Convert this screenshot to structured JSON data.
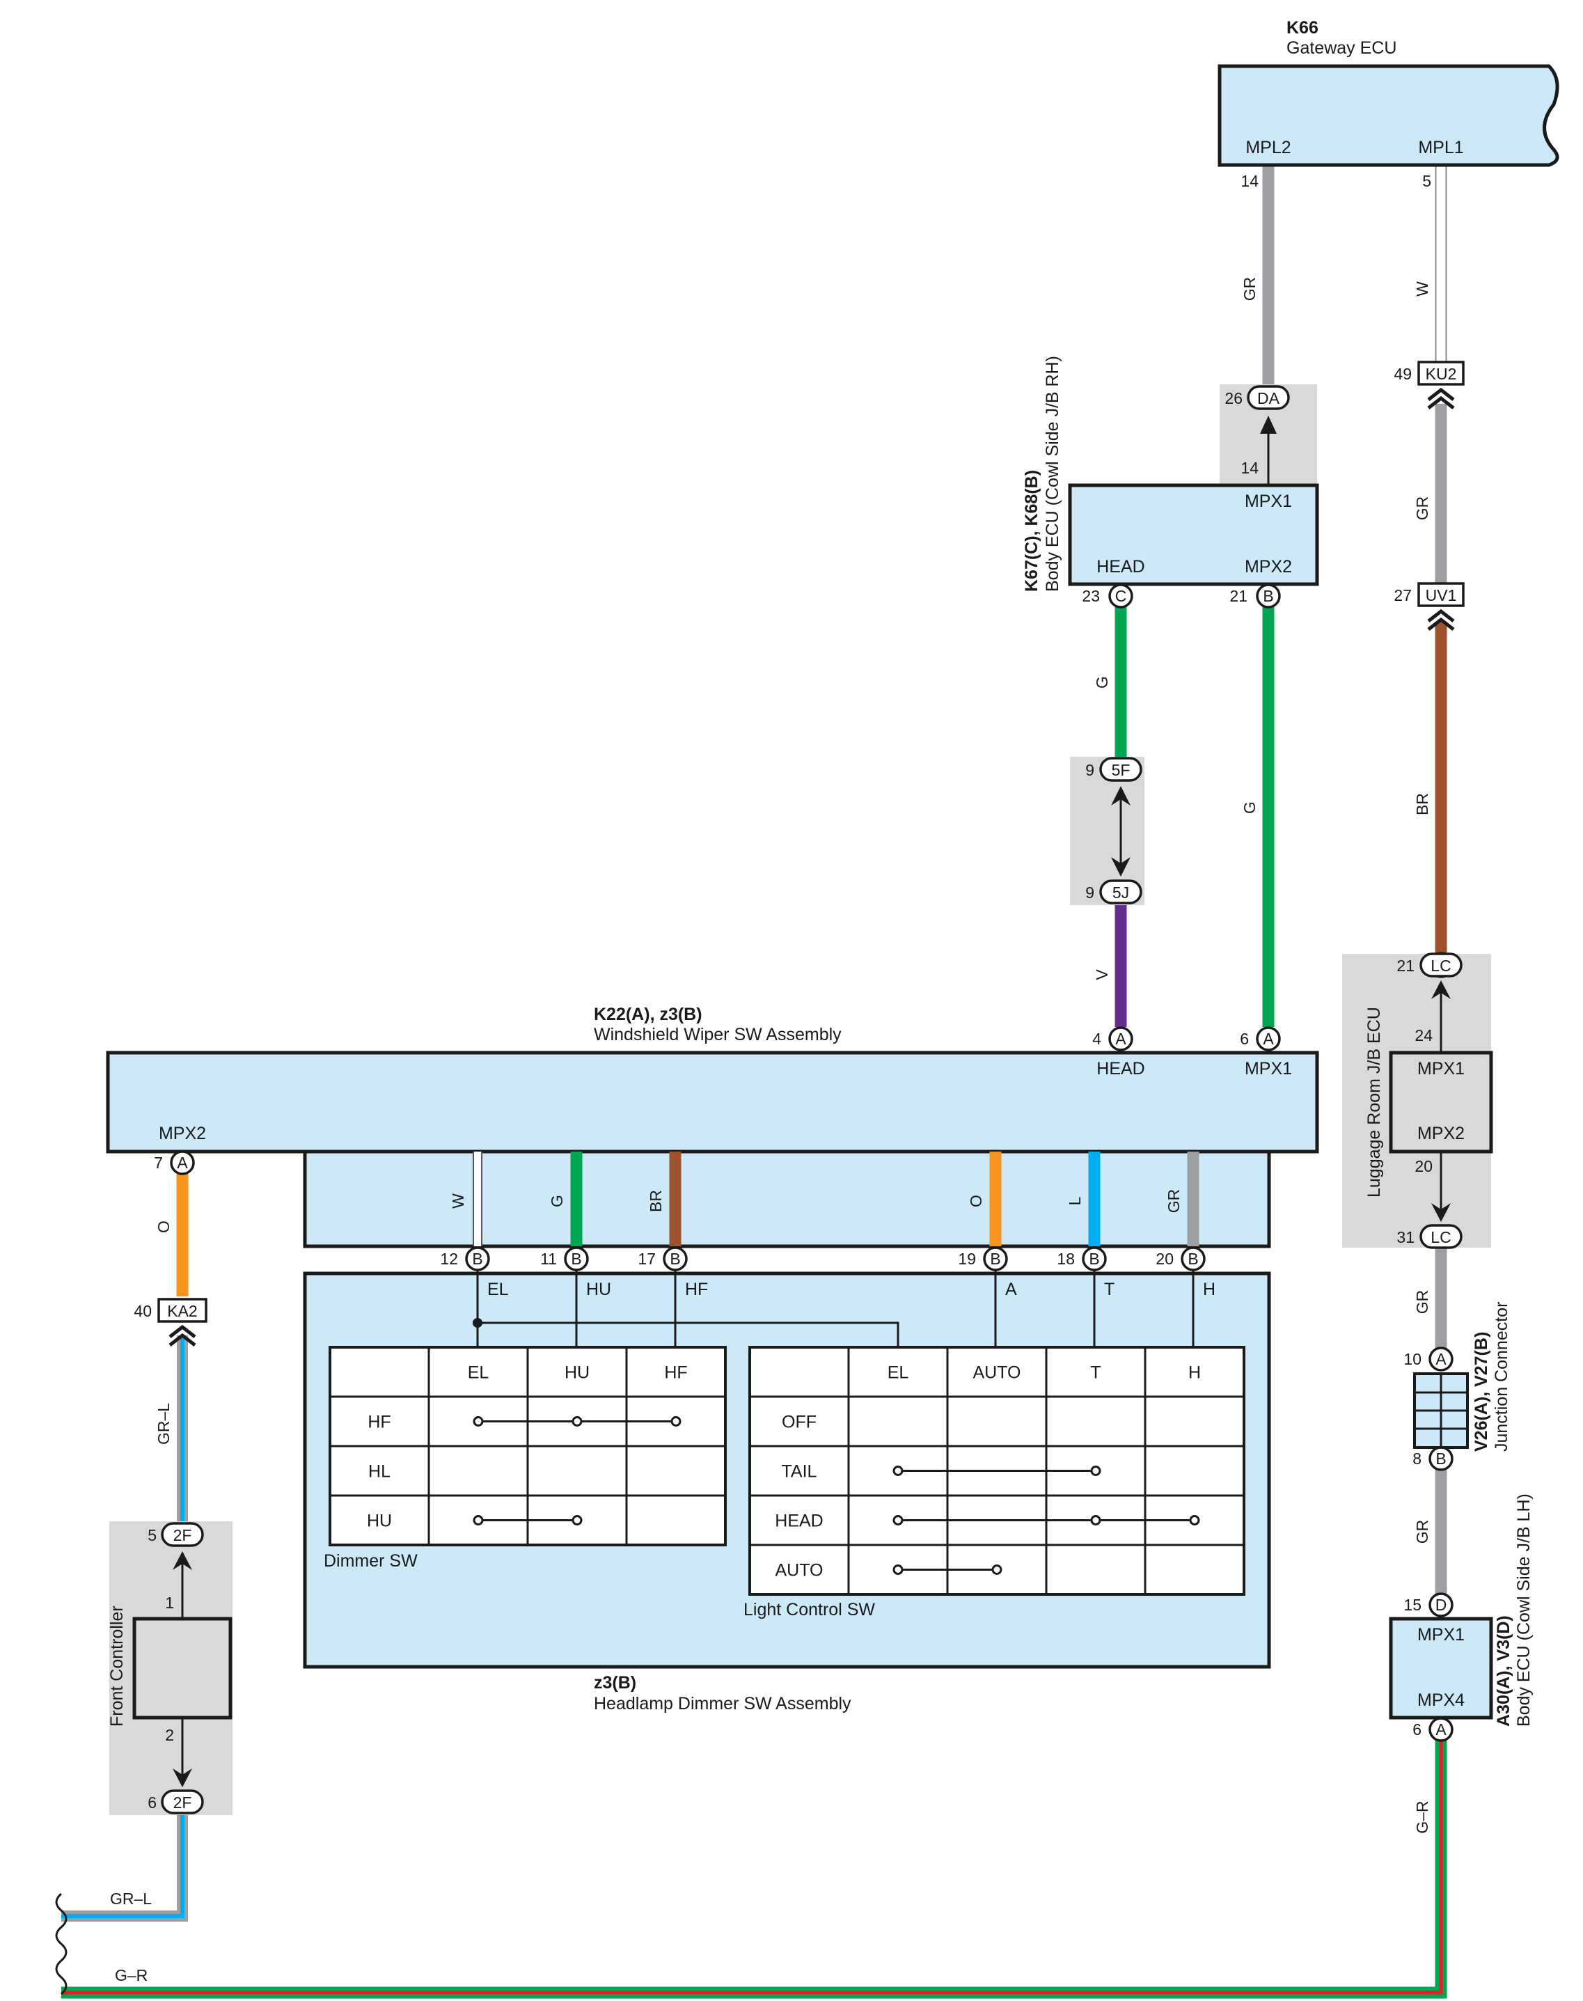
{
  "colors": {
    "ecu_fill": "#cde9f7",
    "connector_bg": "#d9d9d9",
    "wire_GR": "#9d9fa2",
    "wire_W": "#ffffff",
    "wire_G": "#00a651",
    "wire_BR": "#a0522d",
    "wire_V": "#662d91",
    "wire_O": "#f7941d",
    "wire_L": "#00aeef",
    "wire_R": "#ed1c24"
  },
  "gateway_ecu": {
    "code": "K66",
    "name": "Gateway ECU",
    "pin_mpl2": "MPL2",
    "pin_mpl1": "MPL1",
    "pin_num_mpl2": "14",
    "pin_num_mpl1": "5"
  },
  "body_ecu_rh": {
    "code": "K67(C), K68(B)",
    "name": "Body ECU (Cowl Side J/B RH)",
    "pin_mpx1": "MPX1",
    "pin_head": "HEAD",
    "pin_mpx2": "MPX2",
    "pin_num_head": "23",
    "conn_head": "C",
    "pin_num_mpx2": "21",
    "conn_mpx2": "B",
    "pin_num_mpx1": "14"
  },
  "connector_da": {
    "pin": "26",
    "label": "DA"
  },
  "connector_5f": {
    "pin": "9",
    "label": "5F"
  },
  "connector_5j": {
    "pin": "9",
    "label": "5J"
  },
  "connector_ku2": {
    "pin": "49",
    "label": "KU2"
  },
  "connector_uv1": {
    "pin": "27",
    "label": "UV1"
  },
  "luggage_jb": {
    "name": "Luggage Room J/B ECU",
    "pin_mpx1": "MPX1",
    "pin_mpx2": "MPX2",
    "lc_top_pin": "21",
    "lc_label": "LC",
    "pin_24": "24",
    "pin_20": "20",
    "lc_bottom_pin": "31"
  },
  "junction": {
    "code": "V26(A), V27(B)",
    "name": "Junction Connector",
    "top_pin": "10",
    "top_conn": "A",
    "bottom_pin": "8",
    "bottom_conn": "B"
  },
  "body_ecu_lh": {
    "code": "A30(A), V3(D)",
    "name": "Body ECU (Cowl Side J/B LH)",
    "pin_mpx1": "MPX1",
    "pin_mpx4": "MPX4",
    "pin_num_mpx1": "15",
    "conn_mpx1": "D",
    "pin_num_mpx4": "6",
    "conn_mpx4": "A"
  },
  "wiper_sw": {
    "code": "K22(A), z3(B)",
    "name": "Windshield Wiper SW Assembly",
    "pin_head": "HEAD",
    "pin_mpx1": "MPX1",
    "pin_mpx2": "MPX2",
    "pin_num_head": "4",
    "pin_num_mpx1": "6",
    "pin_num_mpx2": "7",
    "conn_a": "A"
  },
  "connector_ka2": {
    "pin": "40",
    "label": "KA2"
  },
  "front_controller": {
    "name": "Front Controller",
    "pin_top": "1",
    "pin_bottom": "2",
    "conn_top_pin": "5",
    "conn_bottom_pin": "6",
    "conn_label": "2F"
  },
  "internal_wires": [
    {
      "color": "W",
      "pin": "12",
      "conn": "B",
      "terminal": "EL"
    },
    {
      "color": "G",
      "pin": "11",
      "conn": "B",
      "terminal": "HU"
    },
    {
      "color": "BR",
      "pin": "17",
      "conn": "B",
      "terminal": "HF"
    },
    {
      "color": "O",
      "pin": "19",
      "conn": "B",
      "terminal": "A"
    },
    {
      "color": "L",
      "pin": "18",
      "conn": "B",
      "terminal": "T"
    },
    {
      "color": "GR",
      "pin": "20",
      "conn": "B",
      "terminal": "H"
    }
  ],
  "wire_labels": {
    "gr_gateway": "GR",
    "w_gateway": "W",
    "gr_ku2": "GR",
    "g_head": "G",
    "g_mpx2": "G",
    "v_5j": "V",
    "br_uv1": "BR",
    "gr_lc": "GR",
    "gr_junction": "GR",
    "gr_r_lh": "G–R",
    "o_mpx2": "O",
    "gr_l_ka2": "GR–L",
    "gr_l_bottom": "GR–L",
    "g_r_bottom": "G–R"
  },
  "dimmer_sw": {
    "label": "Dimmer SW",
    "columns": [
      "",
      "EL",
      "HU",
      "HF"
    ],
    "rows": [
      "HF",
      "HL",
      "HU"
    ]
  },
  "light_control_sw": {
    "label": "Light Control SW",
    "columns": [
      "",
      "EL",
      "AUTO",
      "T",
      "H"
    ],
    "rows": [
      "OFF",
      "TAIL",
      "HEAD",
      "AUTO"
    ]
  },
  "headlamp_dimmer": {
    "code": "z3(B)",
    "name": "Headlamp Dimmer SW Assembly"
  }
}
